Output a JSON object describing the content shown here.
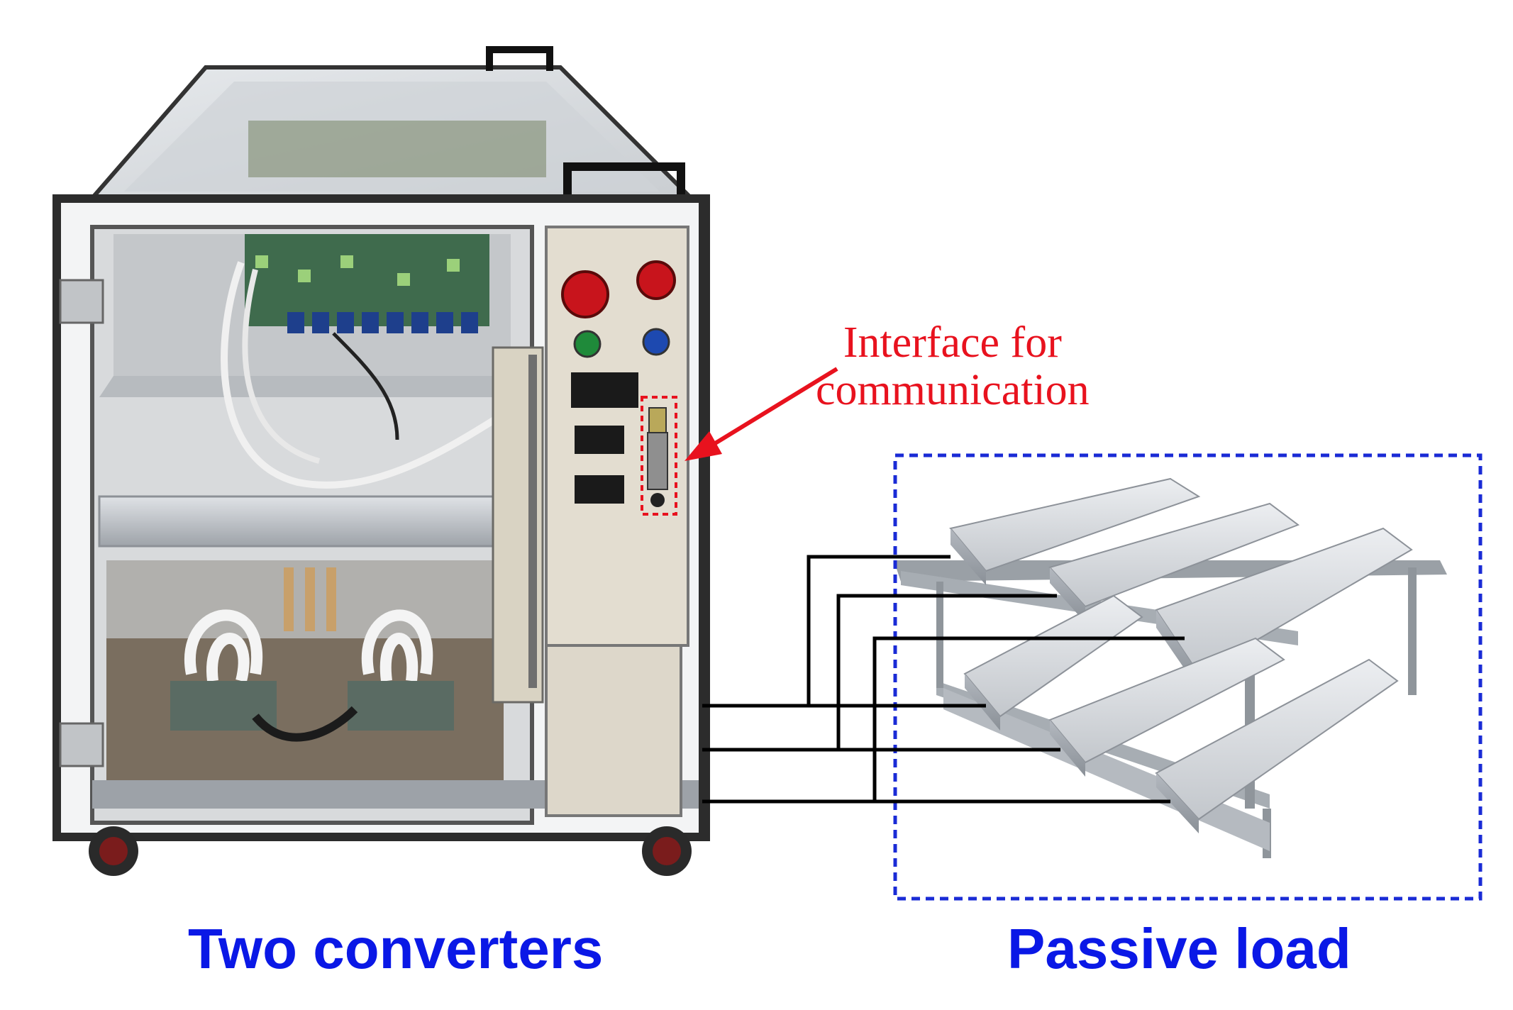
{
  "labels": {
    "converters": "Two converters",
    "load": "Passive load",
    "interface_line1": "Interface for",
    "interface_line2": "communication"
  },
  "colors": {
    "label_blue": "#0a18e6",
    "annotation_red": "#e8121e",
    "load_box": "#1a2bd6",
    "wires": "#000000"
  }
}
